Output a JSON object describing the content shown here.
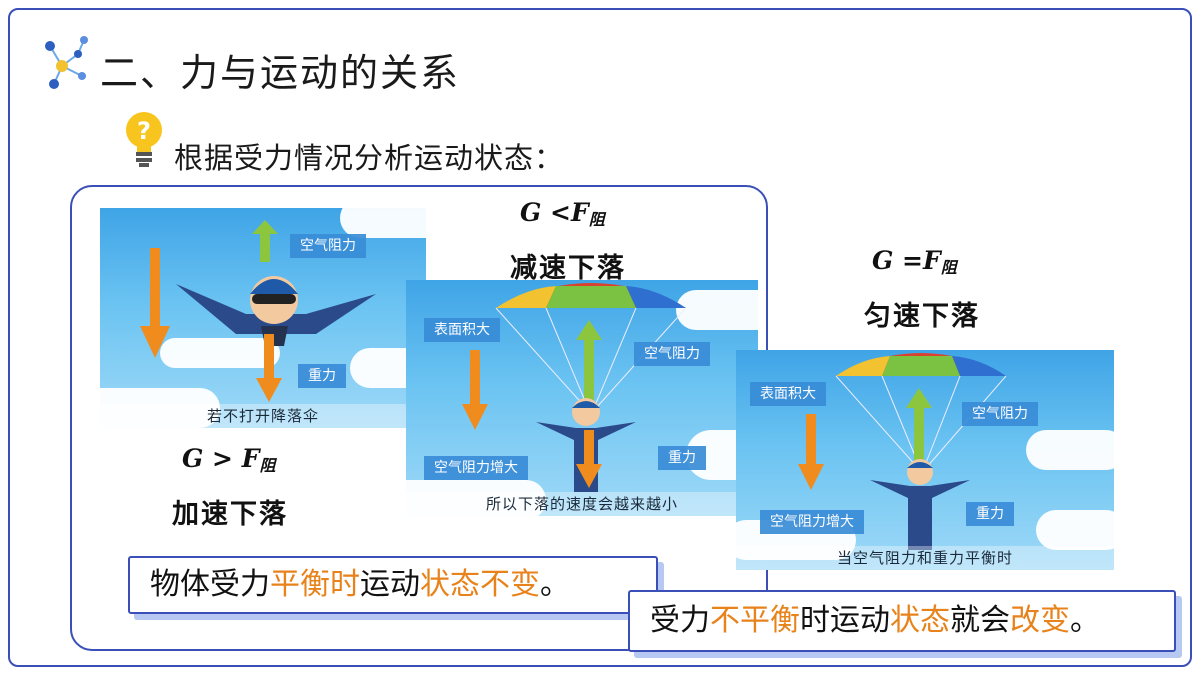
{
  "title": "二、力与运动的关系",
  "subtitle": "根据受力情况分析运动状态：",
  "panels": [
    {
      "labels": {
        "resistance": "空气阻力",
        "gravity": "重力"
      },
      "caption": "若不打开降落伞",
      "formula_main": "G > F",
      "formula_sub": "阻",
      "motion": "加速下落"
    },
    {
      "labels": {
        "area": "表面积大",
        "resistance": "空气阻力",
        "increase": "空气阻力增大",
        "gravity": "重力"
      },
      "caption": "所以下落的速度会越来越小",
      "formula_main": "G <F",
      "formula_sub": "阻",
      "motion": "减速下落"
    },
    {
      "labels": {
        "area": "表面积大",
        "resistance": "空气阻力",
        "increase": "空气阻力增大",
        "gravity": "重力"
      },
      "caption": "当空气阻力和重力平衡时",
      "formula_main": "G =F",
      "formula_sub": "阻",
      "motion": "匀速下落"
    }
  ],
  "summary1": {
    "a": "物体受力",
    "b": "平衡时",
    "c": "运动",
    "d": "状态不变",
    "e": "。"
  },
  "summary2": {
    "a": "受力",
    "b": "不平衡",
    "c": "时运动",
    "d": "状态",
    "e": "就会",
    "f": "改变",
    "g": "。"
  },
  "colors": {
    "accent": "#e8831c",
    "frame": "#3a4fb8",
    "sky": "#3fa4e6",
    "up_arrow": "#8cc63f",
    "down_arrow": "#f08c1e"
  },
  "icons": [
    "molecule-logo-icon",
    "lightbulb-question-icon",
    "up-arrow-icon",
    "down-arrow-icon",
    "skydiver-icon",
    "parachutist-icon"
  ]
}
